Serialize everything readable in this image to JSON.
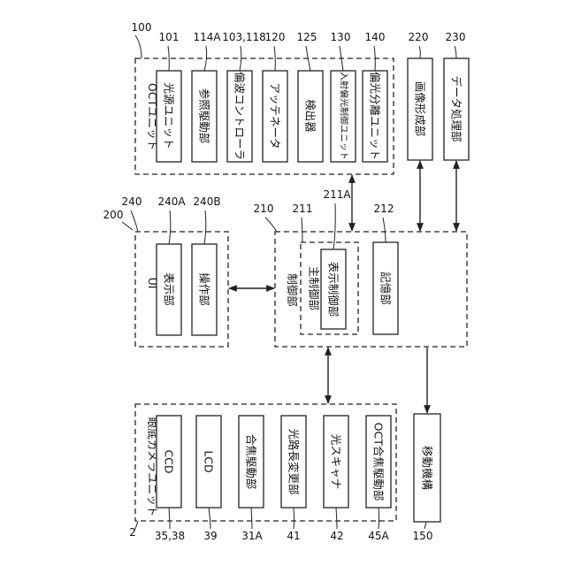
{
  "oct_unit": {
    "label": "OCTユニット",
    "ref": "100",
    "blocks": [
      {
        "ref": "101",
        "label": "光源ユニット"
      },
      {
        "ref": "114A",
        "label": "参照駆動部"
      },
      {
        "ref": "103,118",
        "label": "偏波コントローラ"
      },
      {
        "ref": "120",
        "label": "アッテネータ"
      },
      {
        "ref": "125",
        "label": "検出器"
      },
      {
        "ref": "130",
        "label": "入射偏光制御ユニット"
      },
      {
        "ref": "140",
        "label": "偏光分離ユニット"
      }
    ]
  },
  "image_forming": {
    "ref": "220",
    "label": "画像形成部"
  },
  "data_processing": {
    "ref": "230",
    "label": "データ処理部"
  },
  "system_ref": "200",
  "ui": {
    "label": "UI",
    "ref": "240",
    "blocks": [
      {
        "ref": "240A",
        "label": "表示部"
      },
      {
        "ref": "240B",
        "label": "操作部"
      }
    ]
  },
  "control": {
    "label": "制御部",
    "ref": "210",
    "main": {
      "ref": "211",
      "label": "主制御部"
    },
    "display_control": {
      "ref": "211A",
      "label": "表示制御部"
    },
    "storage": {
      "ref": "212",
      "label": "記憶部"
    }
  },
  "fundus_camera": {
    "label": "眼底カメラユニット",
    "ref": "2",
    "blocks": [
      {
        "ref": "35,38",
        "label": "CCD"
      },
      {
        "ref": "39",
        "label": "LCD"
      },
      {
        "ref": "31A",
        "label": "合焦駆動部"
      },
      {
        "ref": "41",
        "label": "光路長変更部"
      },
      {
        "ref": "42",
        "label": "光スキャナ"
      },
      {
        "ref": "45A",
        "label": "OCT合焦駆動部"
      }
    ]
  },
  "movement": {
    "ref": "150",
    "label": "移動機構"
  }
}
